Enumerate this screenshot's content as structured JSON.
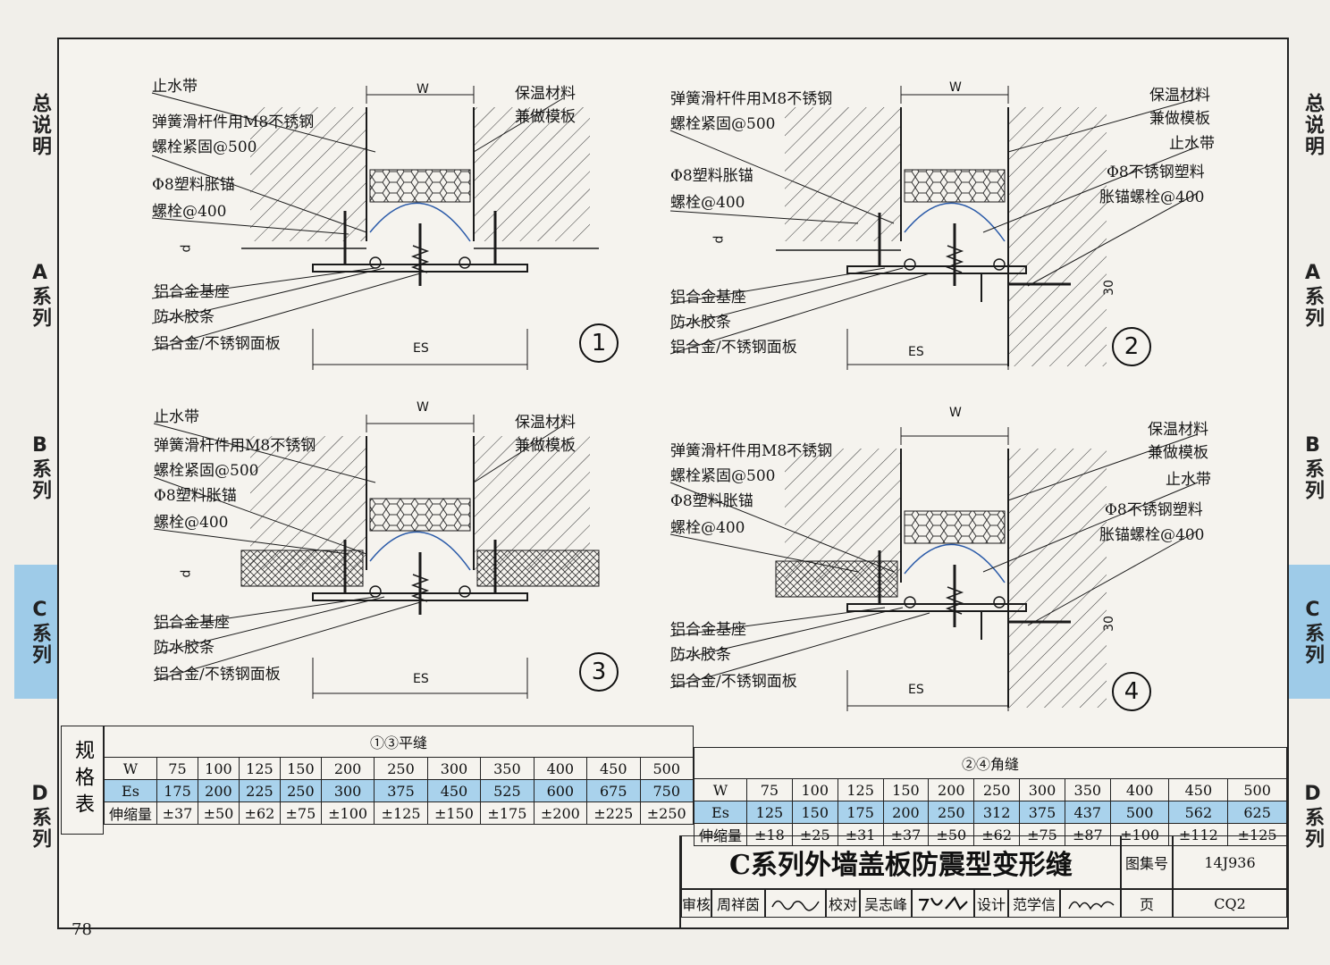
{
  "side_tabs_left": [
    "总说明",
    "A系列",
    "B系列",
    "C系列",
    "D系列"
  ],
  "side_tabs_right": [
    "总说明",
    "A系列",
    "B系列",
    "C系列",
    "D系列"
  ],
  "active_tab": "C系列",
  "details": [
    {
      "num": "1",
      "labels_left": [
        "止水带",
        "弹簧滑杆件用M8不锈钢",
        "螺栓紧固@500",
        "Φ8塑料胀锚",
        "螺栓@400"
      ],
      "labels_right": [
        "保温材料",
        "兼做模板"
      ],
      "labels_bottom": [
        "铝合金基座",
        "防水胶条",
        "铝合金/不锈钢面板"
      ],
      "dims": {
        "w": "W",
        "es": "ES",
        "d": "d"
      }
    },
    {
      "num": "2",
      "labels_left": [
        "弹簧滑杆件用M8不锈钢",
        "螺栓紧固@500",
        "Φ8塑料胀锚",
        "螺栓@400"
      ],
      "labels_right": [
        "保温材料",
        "兼做模板",
        "止水带",
        "Φ8不锈钢塑料",
        "胀锚螺栓@400"
      ],
      "labels_bottom": [
        "铝合金基座",
        "防水胶条",
        "铝合金/不锈钢面板"
      ],
      "dims": {
        "w": "W",
        "es": "ES",
        "d": "d",
        "h": "30"
      }
    },
    {
      "num": "3",
      "labels_left": [
        "止水带",
        "弹簧滑杆件用M8不锈钢",
        "螺栓紧固@500",
        "Φ8塑料胀锚",
        "螺栓@400"
      ],
      "labels_right": [
        "保温材料",
        "兼做模板"
      ],
      "labels_bottom": [
        "铝合金基座",
        "防水胶条",
        "铝合金/不锈钢面板"
      ],
      "dims": {
        "w": "W",
        "es": "ES",
        "d": "d"
      }
    },
    {
      "num": "4",
      "labels_left": [
        "弹簧滑杆件用M8不锈钢",
        "螺栓紧固@500",
        "Φ8塑料胀锚",
        "螺栓@400"
      ],
      "labels_right": [
        "保温材料",
        "兼做模板",
        "止水带",
        "Φ8不锈钢塑料",
        "胀锚螺栓@400"
      ],
      "labels_bottom": [
        "铝合金基座",
        "防水胶条",
        "铝合金/不锈钢面板"
      ],
      "dims": {
        "w": "W",
        "es": "ES",
        "h": "30"
      }
    }
  ],
  "spec_table": {
    "title": "规格表",
    "flat": {
      "header": "①③平缝",
      "rows": [
        {
          "label": "W",
          "values": [
            "75",
            "100",
            "125",
            "150",
            "200",
            "250",
            "300",
            "350",
            "400",
            "450",
            "500"
          ]
        },
        {
          "label": "Es",
          "values": [
            "175",
            "200",
            "225",
            "250",
            "300",
            "375",
            "450",
            "525",
            "600",
            "675",
            "750"
          ]
        },
        {
          "label": "伸缩量",
          "values": [
            "±37",
            "±50",
            "±62",
            "±75",
            "±100",
            "±125",
            "±150",
            "±175",
            "±200",
            "±225",
            "±250"
          ]
        }
      ]
    },
    "corner": {
      "header": "②④角缝",
      "rows": [
        {
          "label": "W",
          "values": [
            "75",
            "100",
            "125",
            "150",
            "200",
            "250",
            "300",
            "350",
            "400",
            "450",
            "500"
          ]
        },
        {
          "label": "Es",
          "values": [
            "125",
            "150",
            "175",
            "200",
            "250",
            "312",
            "375",
            "437",
            "500",
            "562",
            "625"
          ]
        },
        {
          "label": "伸缩量",
          "values": [
            "±18",
            "±25",
            "±31",
            "±37",
            "±50",
            "±62",
            "±75",
            "±87",
            "±100",
            "±112",
            "±125"
          ]
        }
      ]
    }
  },
  "title_block": {
    "title": "C系列外墙盖板防震型变形缝",
    "atlas_label": "图集号",
    "atlas_no": "14J936",
    "page_label": "页",
    "page_no": "CQ2",
    "review_label": "审核",
    "reviewer": "周祥茵",
    "check_label": "校对",
    "checker": "吴志峰",
    "design_label": "设计",
    "designer": "范学信"
  },
  "page_number": "78",
  "colors": {
    "highlight": "#a9d2ec",
    "line": "#1a1a1a",
    "waterstop": "#2a5aa8"
  }
}
